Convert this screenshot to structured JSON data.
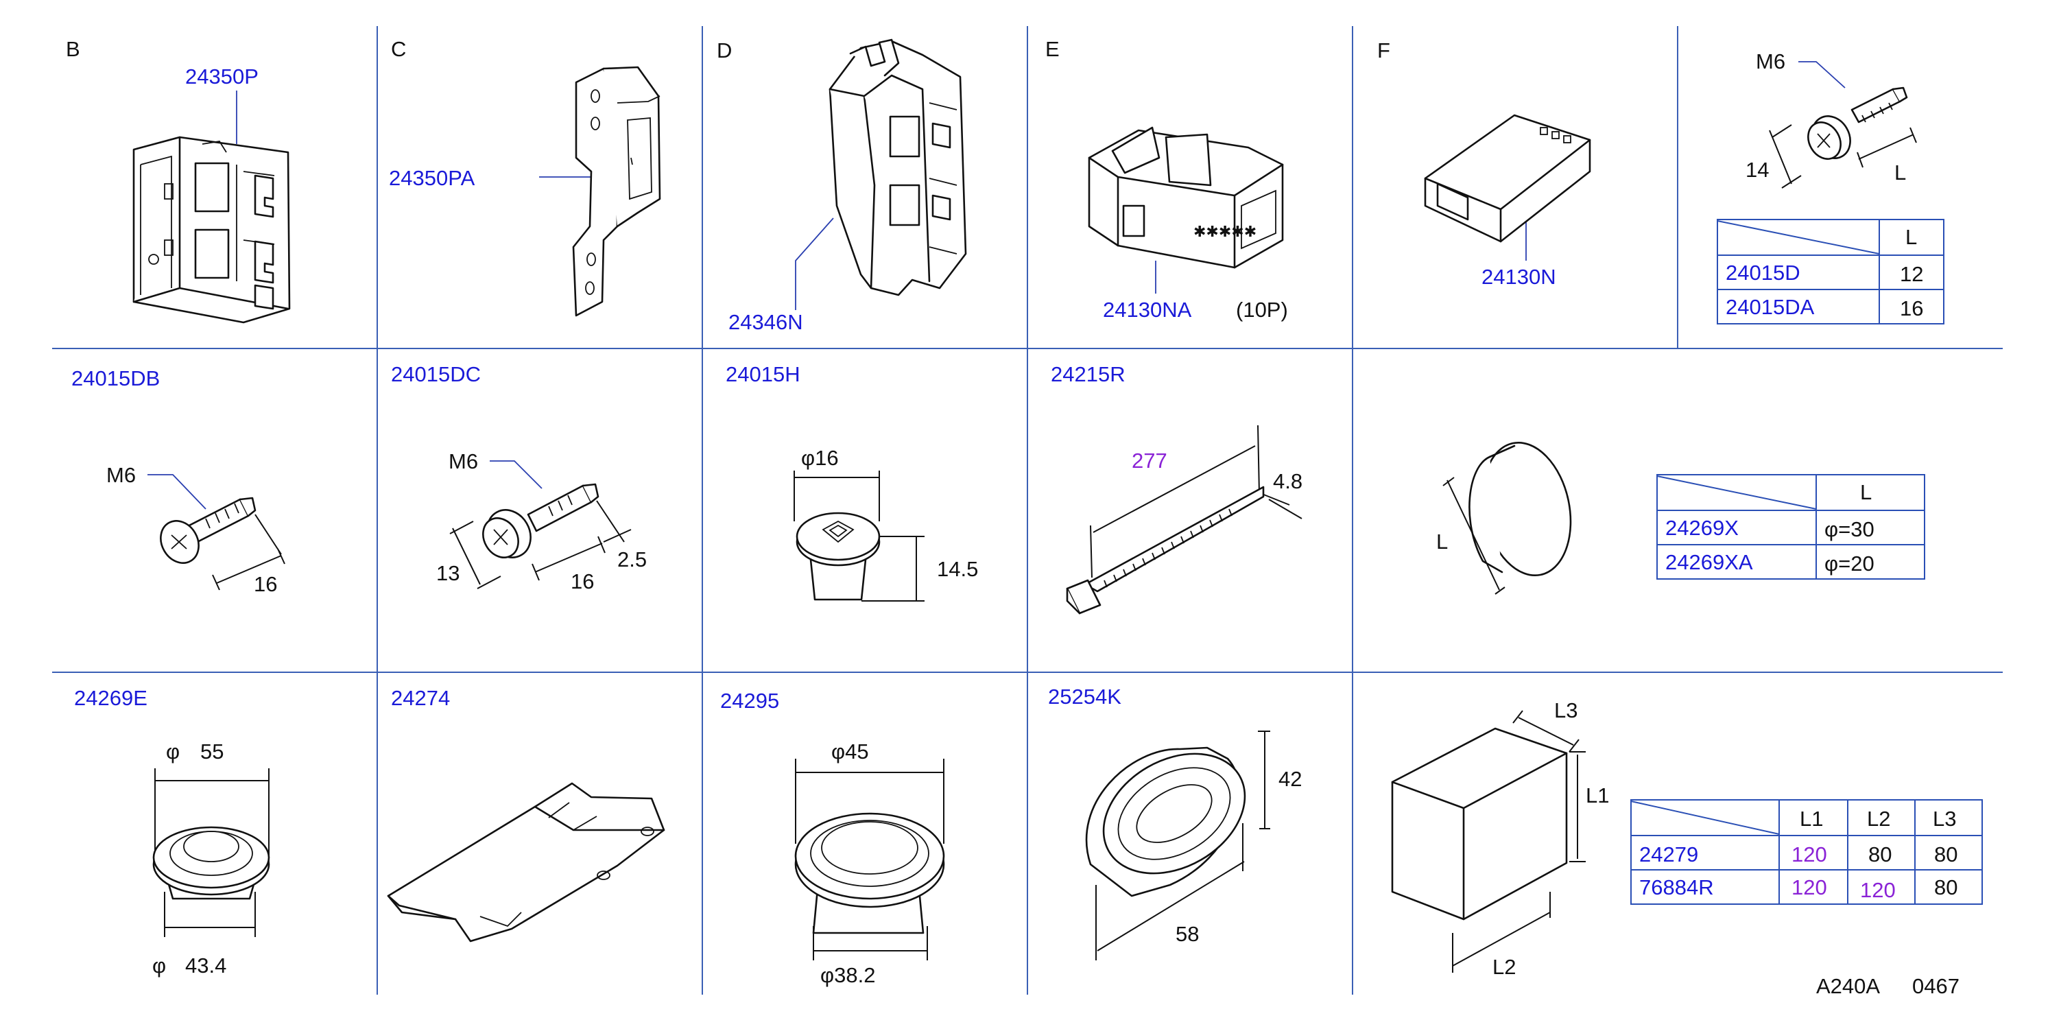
{
  "cells": {
    "B": {
      "letter": "B",
      "part": "24350P"
    },
    "C": {
      "letter": "C",
      "part": "24350PA"
    },
    "D": {
      "letter": "D",
      "part": "24346N"
    },
    "E": {
      "letter": "E",
      "part": "24130NA",
      "note": "(10P)"
    },
    "F": {
      "letter": "F",
      "part": "24130N"
    },
    "bolt_l": {
      "thread": "M6",
      "dim_head": "14",
      "dim_len": "L",
      "table": {
        "header": "L",
        "rows": [
          {
            "part": "24015D",
            "L": "12"
          },
          {
            "part": "24015DA",
            "L": "16"
          }
        ]
      }
    },
    "r2c1": {
      "part": "24015DB",
      "thread": "M6",
      "dim_len": "16"
    },
    "r2c2": {
      "part": "24015DC",
      "thread": "M6",
      "dim_head": "13",
      "dim_len": "16",
      "dim_tip": "2.5"
    },
    "r2c3": {
      "part": "24015H",
      "dim_dia": "φ16",
      "dim_h": "14.5"
    },
    "r2c4": {
      "part": "24215R",
      "dim_len": "277",
      "dim_w": "4.8"
    },
    "r2c5": {
      "dim_len": "L",
      "table": {
        "header": "L",
        "rows": [
          {
            "part": "24269X",
            "L": "φ=30"
          },
          {
            "part": "24269XA",
            "L": "φ=20"
          }
        ]
      }
    },
    "r3c1": {
      "part": "24269E",
      "dim_top_sym": "φ",
      "dim_top": "55",
      "dim_bot_sym": "φ",
      "dim_bot": "43.4"
    },
    "r3c2": {
      "part": "24274"
    },
    "r3c3": {
      "part": "24295",
      "dim_top": "φ45",
      "dim_bot": "φ38.2"
    },
    "r3c4": {
      "part": "25254K",
      "dim_h": "42",
      "dim_w": "58"
    },
    "r3c5": {
      "dim_l1": "L1",
      "dim_l2": "L2",
      "dim_l3": "L3",
      "table": {
        "headers": [
          "L1",
          "L2",
          "L3"
        ],
        "rows": [
          {
            "part": "24279",
            "L1": "120",
            "L2": "80",
            "L3": "80"
          },
          {
            "part": "76884R",
            "L1": "120",
            "L2": "120",
            "L3": "80"
          }
        ]
      }
    }
  },
  "footer": {
    "code": "A240A",
    "number": "0467"
  },
  "colors": {
    "part_number": "#1a1ad8",
    "highlight": "#8a22d6",
    "grid": "#3a5fb5",
    "text": "#111111"
  }
}
